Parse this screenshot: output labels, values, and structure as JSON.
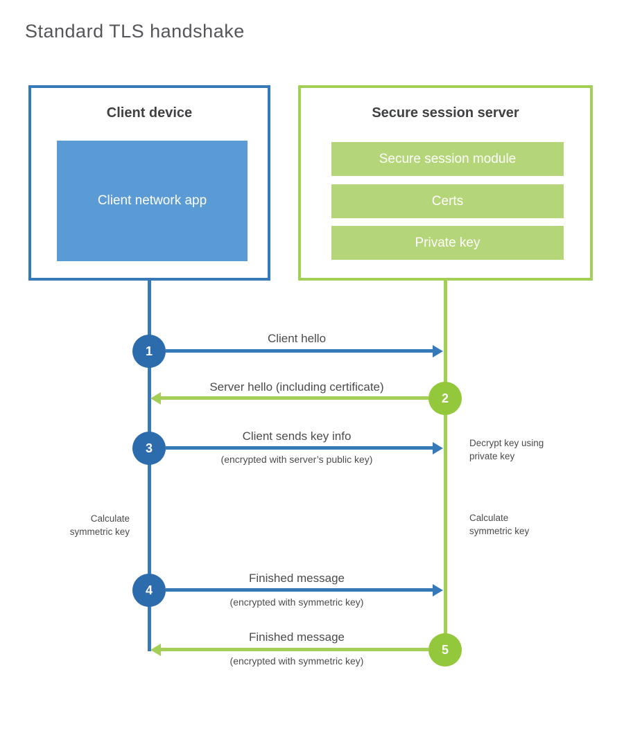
{
  "title": "Standard TLS handshake",
  "colors": {
    "blue_line": "#3579b8",
    "blue_circle": "#2c6cac",
    "blue_fill": "#5b9bd5",
    "green_line": "#a3cf56",
    "green_circle": "#94c83c",
    "green_fill": "#b5d678",
    "title_text": "#55565a",
    "heading_text": "#3f4042",
    "label_text": "#4a4b4d"
  },
  "client": {
    "title": "Client device",
    "app": "Client network app"
  },
  "server": {
    "title": "Secure session server",
    "modules": [
      "Secure session module",
      "Certs",
      "Private key"
    ]
  },
  "steps": [
    {
      "number": "1",
      "label": "Client hello",
      "sublabel": ""
    },
    {
      "number": "2",
      "label": "Server hello (including certificate)",
      "sublabel": ""
    },
    {
      "number": "3",
      "label": "Client sends key info",
      "sublabel": "(encrypted with server’s public key)"
    },
    {
      "number": "4",
      "label": "Finished message",
      "sublabel": "(encrypted with symmetric key)"
    },
    {
      "number": "5",
      "label": "Finished message",
      "sublabel": "(encrypted with symmetric key)"
    }
  ],
  "notes": {
    "decrypt": "Decrypt key using private key",
    "calc_left": "Calculate symmetric key",
    "calc_right": "Calculate symmetric key"
  }
}
